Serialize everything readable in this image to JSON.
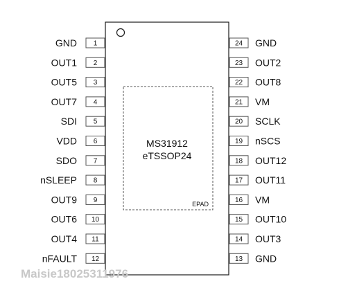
{
  "chip": {
    "part_number": "MS31912",
    "package": "eTSSOP24",
    "pad_label": "EPAD"
  },
  "left_pins": [
    {
      "num": "1",
      "name": "GND"
    },
    {
      "num": "2",
      "name": "OUT1"
    },
    {
      "num": "3",
      "name": "OUT5"
    },
    {
      "num": "4",
      "name": "OUT7"
    },
    {
      "num": "5",
      "name": "SDI"
    },
    {
      "num": "6",
      "name": "VDD"
    },
    {
      "num": "7",
      "name": "SDO"
    },
    {
      "num": "8",
      "name": "nSLEEP"
    },
    {
      "num": "9",
      "name": "OUT9"
    },
    {
      "num": "10",
      "name": "OUT6"
    },
    {
      "num": "11",
      "name": "OUT4"
    },
    {
      "num": "12",
      "name": "nFAULT"
    }
  ],
  "right_pins": [
    {
      "num": "24",
      "name": "GND"
    },
    {
      "num": "23",
      "name": "OUT2"
    },
    {
      "num": "22",
      "name": "OUT8"
    },
    {
      "num": "21",
      "name": "VM"
    },
    {
      "num": "20",
      "name": "SCLK"
    },
    {
      "num": "19",
      "name": "nSCS"
    },
    {
      "num": "18",
      "name": "OUT12"
    },
    {
      "num": "17",
      "name": "OUT11"
    },
    {
      "num": "16",
      "name": "VM"
    },
    {
      "num": "15",
      "name": "OUT10"
    },
    {
      "num": "14",
      "name": "OUT3"
    },
    {
      "num": "13",
      "name": "GND"
    }
  ],
  "watermark": "Maisie18025311976",
  "colors": {
    "outline": "#1a1a1a",
    "pin_box": "#555555",
    "text": "#111111",
    "epad_dash": "#555555",
    "watermark": "#c8c8c8"
  }
}
